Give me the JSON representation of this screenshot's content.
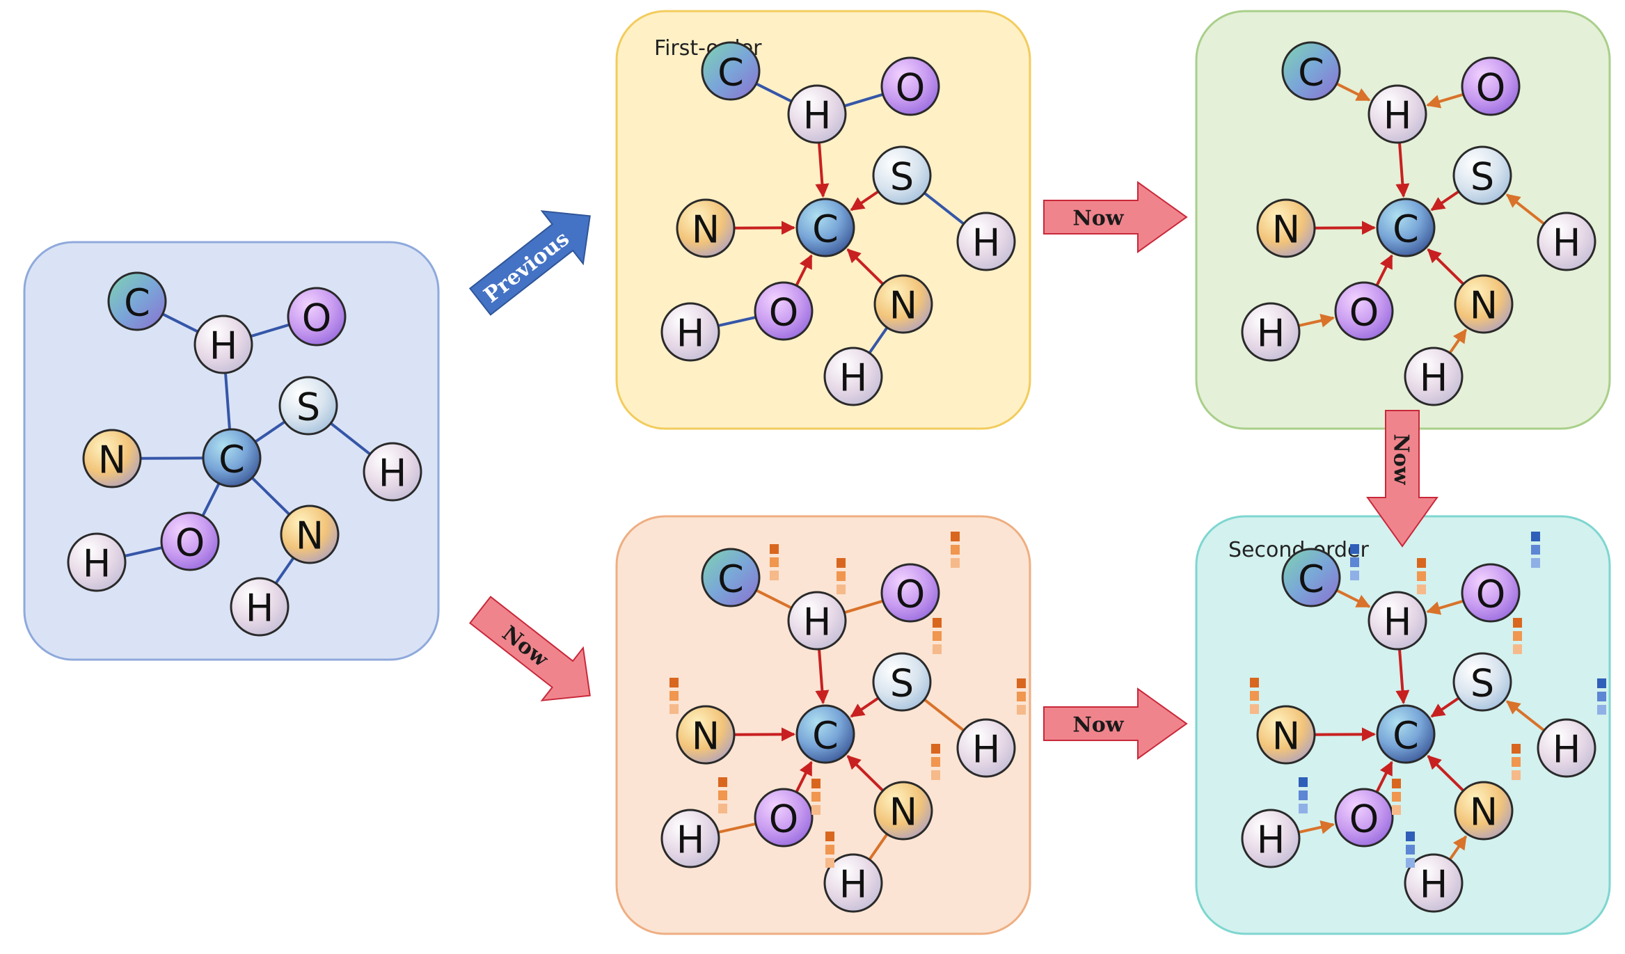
{
  "colors": {
    "panel_input_fill": "#dae3f5",
    "panel_input_stroke": "#8fa9dc",
    "panel_first_fill": "#fff0c6",
    "panel_first_stroke": "#f2cc5c",
    "panel_green_fill": "#e4f0d7",
    "panel_green_stroke": "#a9cf8a",
    "panel_peach_fill": "#fbe4d3",
    "panel_peach_stroke": "#eeae82",
    "panel_cyan_fill": "#d3f1ee",
    "panel_cyan_stroke": "#7ed6d0",
    "bond_blue": "#3556a8",
    "bond_orange": "#d9722a",
    "bond_red": "#c82020",
    "arrow_blue": "#4472c4",
    "arrow_pink": "#f0848c",
    "arrow_pink_stroke": "#c8283a",
    "bar_orange": "#e8823a",
    "bar_blue": "#3c6fc4"
  },
  "panels": {
    "input": {
      "title": ""
    },
    "first_order": {
      "title": "First-order"
    },
    "green": {
      "title": ""
    },
    "peach": {
      "title": ""
    },
    "second_order": {
      "title": "Second-order"
    }
  },
  "arrows": {
    "previous": "Previous",
    "now_top": "Now",
    "now_down": "Now",
    "now_diag": "Now",
    "now_bottom": "Now"
  },
  "molecule": {
    "atoms": [
      {
        "id": "C1",
        "label": "C",
        "kind": "carbon-edge"
      },
      {
        "id": "H1",
        "label": "H",
        "kind": "hydrogen"
      },
      {
        "id": "O1",
        "label": "O",
        "kind": "oxygen"
      },
      {
        "id": "S",
        "label": "S",
        "kind": "sulfur"
      },
      {
        "id": "N1",
        "label": "N",
        "kind": "nitrogen"
      },
      {
        "id": "Cc",
        "label": "C",
        "kind": "carbon"
      },
      {
        "id": "H2",
        "label": "H",
        "kind": "hydrogen"
      },
      {
        "id": "O2",
        "label": "O",
        "kind": "oxygen"
      },
      {
        "id": "H3",
        "label": "H",
        "kind": "hydrogen"
      },
      {
        "id": "N2",
        "label": "N",
        "kind": "nitrogen"
      },
      {
        "id": "H4",
        "label": "H",
        "kind": "hydrogen"
      }
    ]
  }
}
